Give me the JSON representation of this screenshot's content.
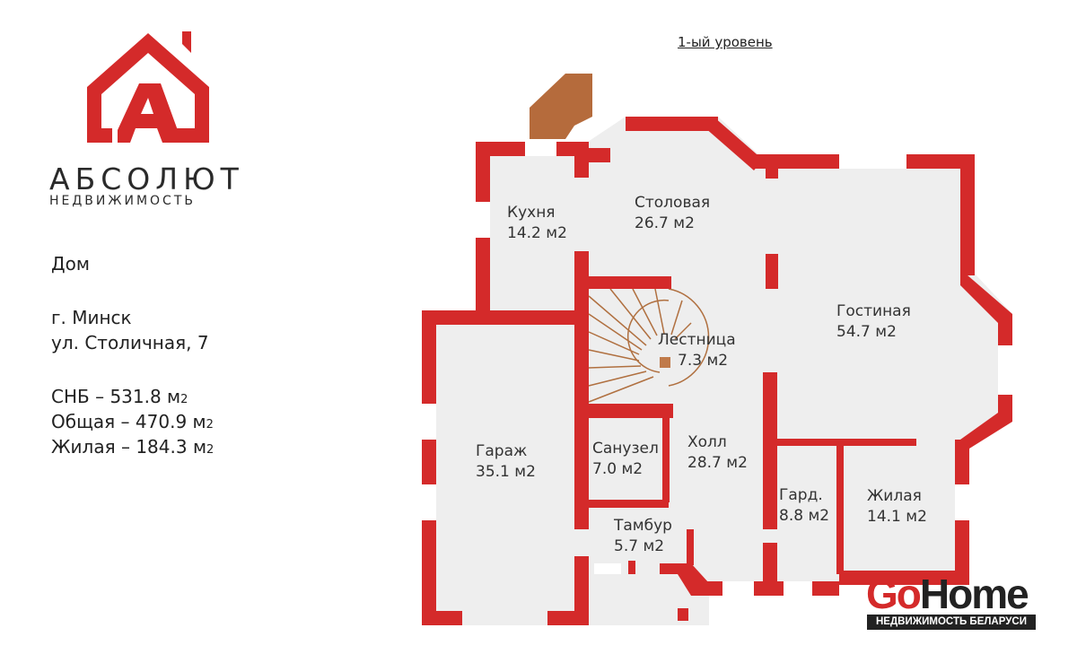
{
  "logo": {
    "name": "АБСОЛЮТ",
    "subtitle": "НЕДВИЖИМОСТЬ",
    "color": "#d42a2a"
  },
  "property": {
    "type": "Дом",
    "city": "г. Минск",
    "street": "ул. Столичная, 7"
  },
  "areas": [
    {
      "label": "СНБ – 531.8 м",
      "unit_sup": "2"
    },
    {
      "label": "Общая – 470.9 м",
      "unit_sup": "2"
    },
    {
      "label": "Жилая – 184.3 м",
      "unit_sup": "2"
    }
  ],
  "plan": {
    "level_title": "1-ый уровень",
    "wall_color": "#d42a2a",
    "floor_color": "#eeeeee",
    "rooms": [
      {
        "name": "Кухня",
        "area": "14.2 м2"
      },
      {
        "name": "Столовая",
        "area": "26.7 м2"
      },
      {
        "name": "Гостиная",
        "area": "54.7 м2"
      },
      {
        "name": "Лестница",
        "area": "7.3 м2"
      },
      {
        "name": "Гараж",
        "area": "35.1 м2"
      },
      {
        "name": "Санузел",
        "area": "7.0 м2"
      },
      {
        "name": "Холл",
        "area": "28.7 м2"
      },
      {
        "name": "Тамбур",
        "area": "5.7 м2"
      },
      {
        "name": "Гард.",
        "area": "8.8 м2"
      },
      {
        "name": "Жилая",
        "area": "14.1 м2"
      }
    ]
  },
  "watermark": {
    "go": "Go",
    "home": "Home",
    "tagline": "НЕДВИЖИМОСТЬ БЕЛАРУСИ"
  }
}
